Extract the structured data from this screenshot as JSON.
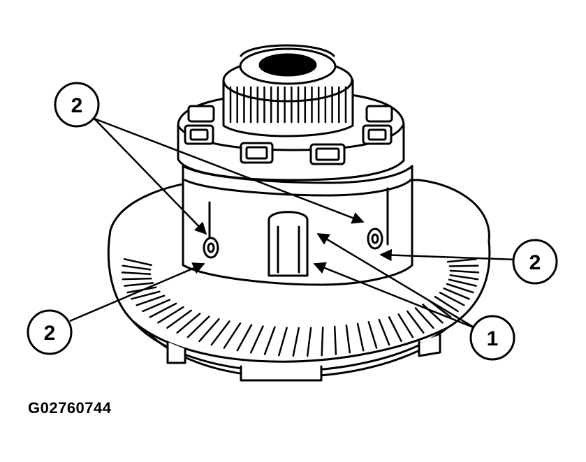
{
  "figure": {
    "code": "G02760744"
  },
  "callouts": [
    {
      "label": "2"
    },
    {
      "label": "2"
    },
    {
      "label": "2"
    },
    {
      "label": "1"
    }
  ],
  "colors": {
    "ink": "#000000",
    "paper": "#ffffff"
  }
}
